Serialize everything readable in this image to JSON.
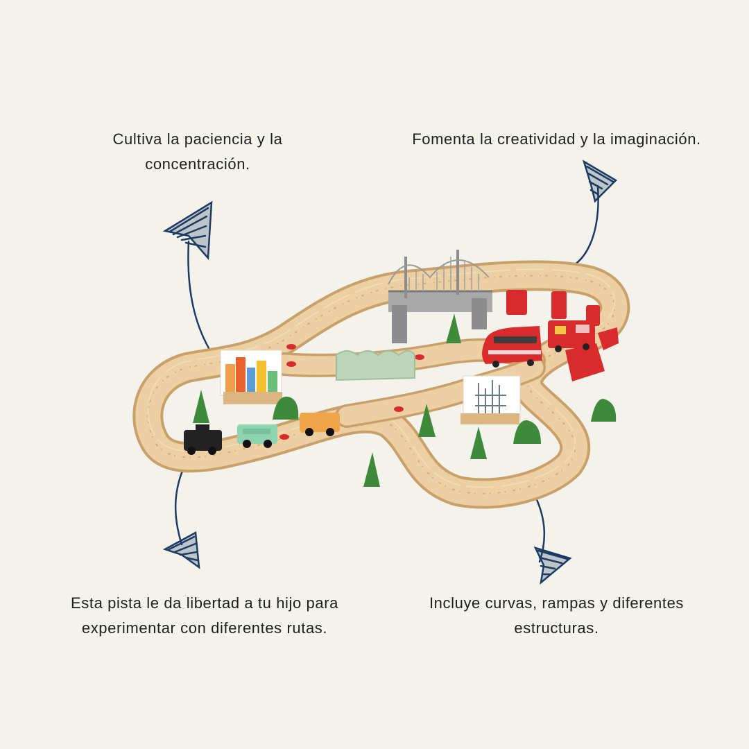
{
  "captions": {
    "top_left": {
      "line1": "Cultiva la paciencia y la",
      "line2": "concentración."
    },
    "top_right": {
      "line1": "Fomenta la creatividad y la imaginación."
    },
    "bottom_left": {
      "line1": "Esta pista le da libertad a tu hijo para",
      "line2": "experimentar con diferentes rutas."
    },
    "bottom_right": {
      "line1": "Incluye curvas, rampas y diferentes",
      "line2": "estructuras."
    }
  },
  "colors": {
    "background": "#f4f3eb",
    "text": "#1e1e1e",
    "arrow": "#1c3a63",
    "track": "#e6c596",
    "track_edge": "#c9a06a",
    "train_red": "#d92b2b",
    "tree_green": "#3f8a3a",
    "bridge_gray": "#9a9a9a"
  },
  "icons": [
    "arrow-up-left-icon",
    "arrow-up-right-icon",
    "arrow-down-left-icon",
    "arrow-down-right-icon",
    "wooden-train-set-image"
  ]
}
